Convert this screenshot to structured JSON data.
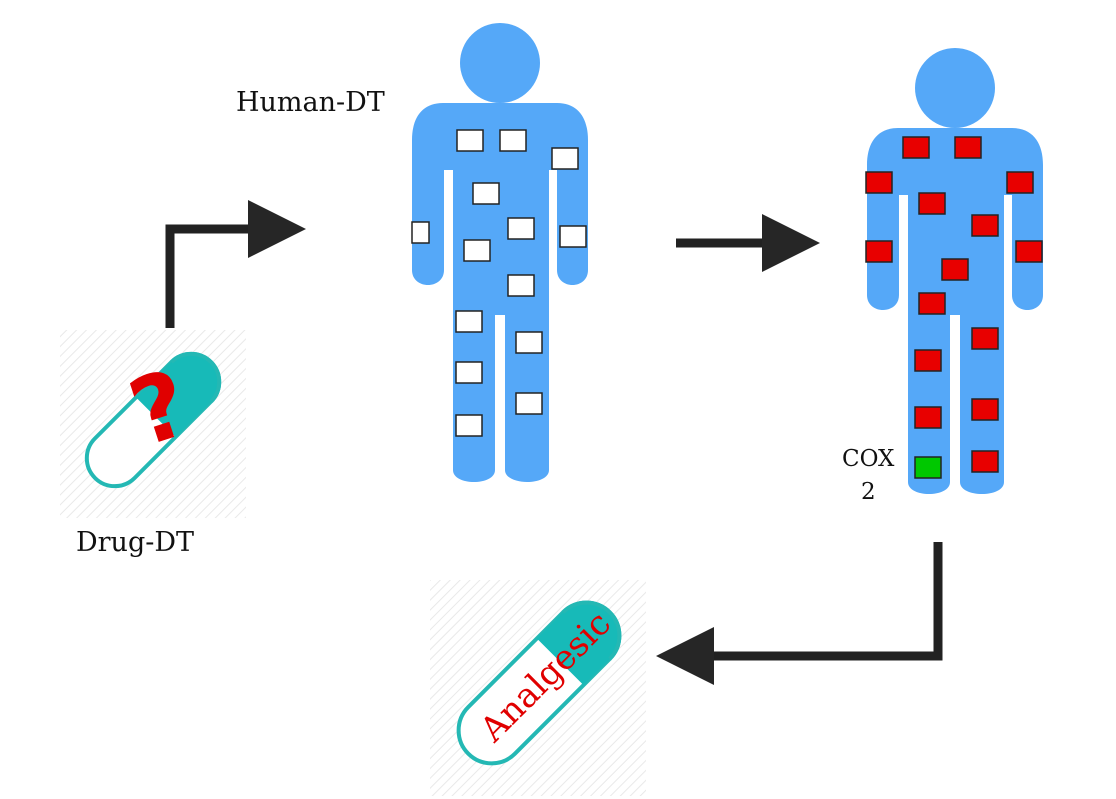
{
  "labels": {
    "drug_dt": "Drug-DT",
    "human_dt": "Human-DT",
    "cox_line1": "COX",
    "cox_line2": "2",
    "pill_text": "Analgesic",
    "unknown_mark": "?"
  },
  "colors": {
    "body": "#55a8f8",
    "capsule_outline": "#24b8b4",
    "capsule_fill": "#17bab8",
    "question": "#e00000",
    "analgesic_text": "#e00000",
    "marker_unknown": "#ffffff",
    "marker_target": "#e80000",
    "marker_selected": "#00c800",
    "arrow": "#222222"
  },
  "icons": {
    "drug_capsule": "capsule-question-icon",
    "human_before": "human-figure-icon",
    "human_after": "human-figure-icon",
    "result_capsule": "capsule-analgesic-icon"
  }
}
